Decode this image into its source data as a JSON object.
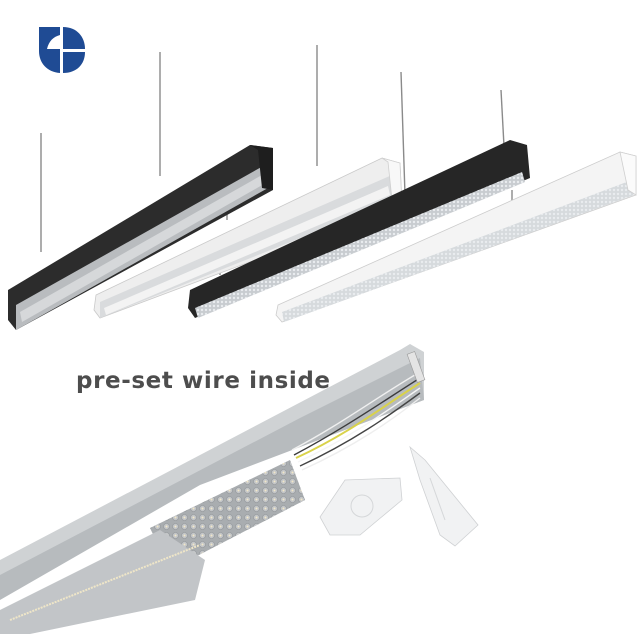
{
  "brand": {
    "logo_icon": "brand-logo-icon",
    "logo_color": "#1f4b94"
  },
  "product_photo": {
    "subject": "suspended LED linear trunking lights",
    "fixtures": [
      {
        "name": "black-fixture-opal-diffuser",
        "housing_color": "#2b2b2b",
        "diffuser": "frosted lens"
      },
      {
        "name": "white-fixture-opal-diffuser",
        "housing_color": "#f2f2f2",
        "diffuser": "frosted lens"
      },
      {
        "name": "black-fixture-lens-array",
        "housing_color": "#262626",
        "diffuser": "honeycomb lens array"
      },
      {
        "name": "white-fixture-lens-array",
        "housing_color": "#f4f4f4",
        "diffuser": "honeycomb lens array"
      }
    ]
  },
  "detail_photo": {
    "caption": "pre-set wire inside",
    "caption_color": "#4d4d4d",
    "wire_highlight_color": "#d9d24a",
    "parts": [
      "trunking-rail-cutaway",
      "led-lens-module",
      "led-strip-module",
      "end-cap-left",
      "end-cap-right"
    ]
  }
}
